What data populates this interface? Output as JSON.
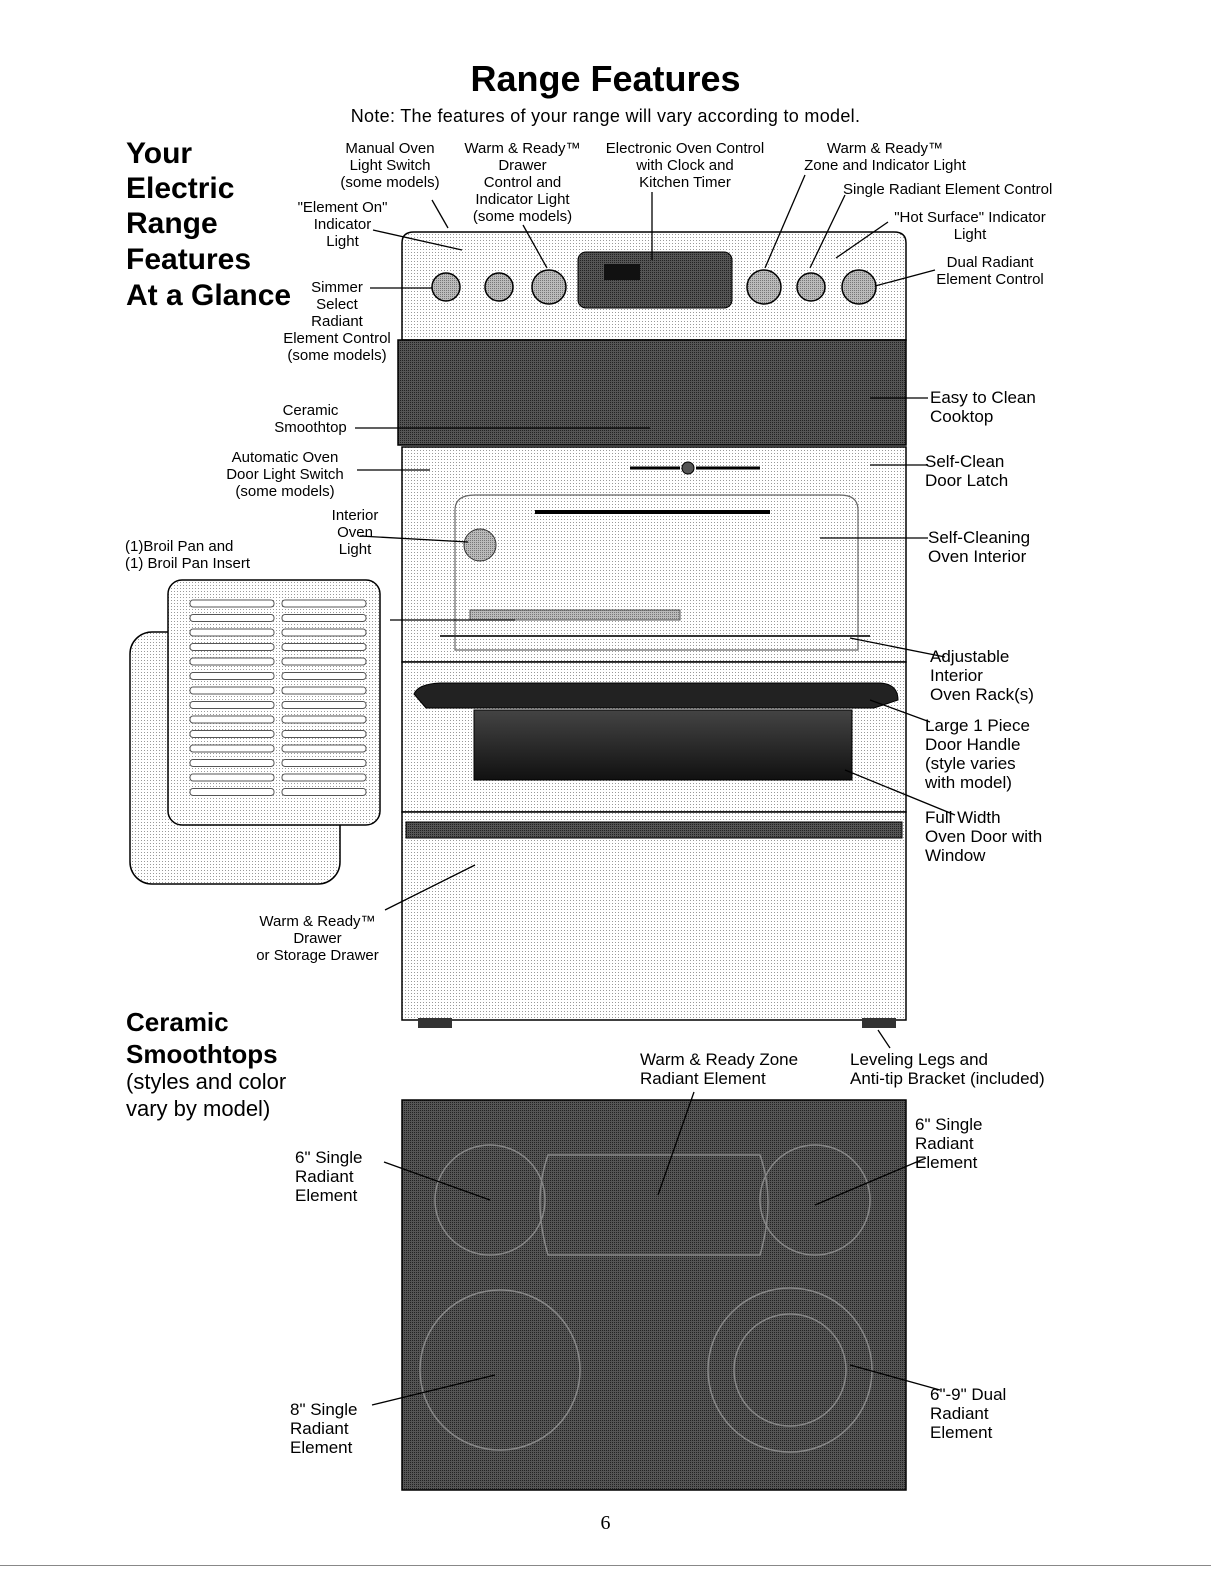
{
  "title": "Range Features",
  "note": "Note: The features of your range will vary according to model.",
  "side_heading": [
    "Your",
    "Electric",
    "Range",
    "Features",
    "At a Glance"
  ],
  "ceramic_heading": [
    "Ceramic",
    "Smoothtops"
  ],
  "ceramic_note": [
    "(styles and color",
    "vary by model)"
  ],
  "labels": {
    "manual_oven_light": "Manual Oven\nLight Switch\n(some models)",
    "warm_ready_drawer_control": "Warm & Ready™\nDrawer\nControl and\nIndicator Light\n(some models)",
    "electronic_oven_control": "Electronic Oven Control\nwith Clock and\nKitchen Timer",
    "warm_ready_zone": "Warm & Ready™\nZone and Indicator Light",
    "single_radiant_control": "Single Radiant Element Control",
    "element_on_indicator": "\"Element On\"\nIndicator\nLight",
    "hot_surface_indicator": "\"Hot Surface\" Indicator\nLight",
    "dual_radiant_control": "Dual Radiant\nElement Control",
    "simmer_select": "Simmer\nSelect\nRadiant\nElement Control\n(some models)",
    "ceramic_smoothtop": "Ceramic\nSmoothtop",
    "easy_clean": "Easy to Clean\nCooktop",
    "auto_door_light": "Automatic Oven\nDoor Light Switch\n(some models)",
    "self_clean_latch": "Self-Clean\nDoor Latch",
    "interior_light": "Interior\nOven\nLight",
    "self_cleaning_interior": "Self-Cleaning\nOven Interior",
    "broil_pan": "(1)Broil Pan and\n(1) Broil Pan Insert",
    "adjustable_rack": "Adjustable\nInterior\nOven Rack(s)",
    "door_handle": "Large 1 Piece\nDoor Handle\n(style varies\nwith model)",
    "full_width_door": "Full Width\nOven Door with\nWindow",
    "warm_ready_drawer": "Warm & Ready™\nDrawer\nor Storage Drawer",
    "warm_ready_zone_element": "Warm & Ready Zone\nRadiant Element",
    "leveling_legs": "Leveling Legs and\nAnti-tip Bracket (included)",
    "six_single_left": "6\" Single\nRadiant\nElement",
    "six_single_right": "6\" Single\nRadiant\nElement",
    "eight_single": "8\" Single\nRadiant\nElement",
    "dual_6_9": "6\"-9\" Dual\nRadiant\nElement"
  },
  "page_number": "6"
}
